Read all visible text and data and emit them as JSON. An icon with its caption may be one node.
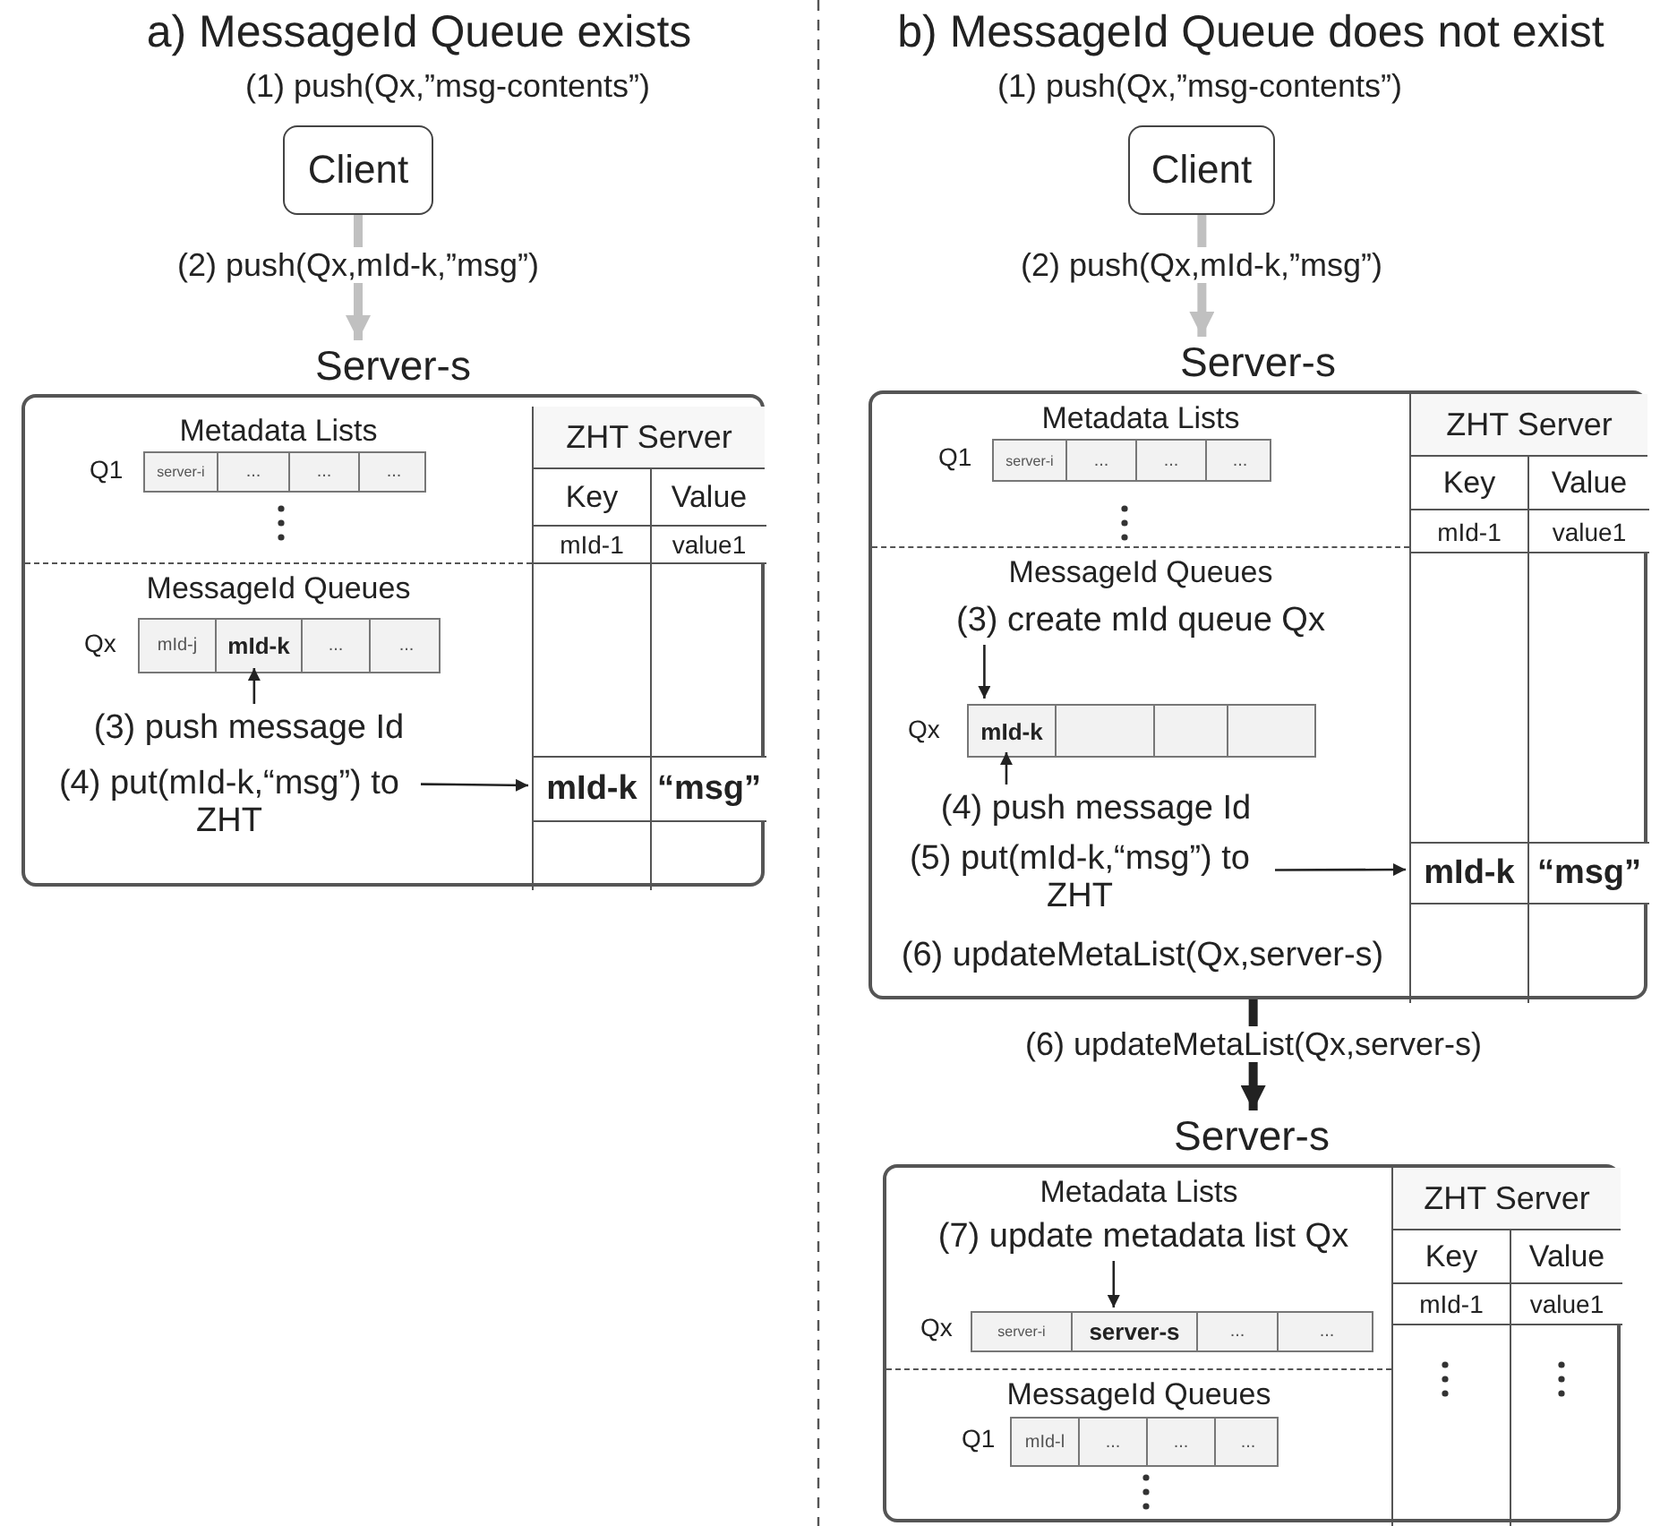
{
  "diagram": {
    "nodes": [
      {
        "text": [
          "Client"
        ],
        "beside": [
          "(1) push(Qx,”msg-contents”)"
        ]
      },
      {
        "text": [
          "Server-s"
        ]
      },
      {
        "text": [
          "Metadata Lists"
        ],
        "in": 1
      },
      {
        "text": [
          "server-i",
          "...",
          "...",
          "..."
        ],
        "in": 2,
        "beside": [
          "Q1"
        ]
      },
      {
        "text": [
          "MessageId Queues"
        ],
        "in": 1
      },
      {
        "text": [
          "mId-j",
          "mId-k",
          "...",
          "..."
        ],
        "in": 4,
        "beside": [
          "Qx"
        ]
      },
      {
        "text": [
          "(3) push message Id"
        ],
        "in": 4
      },
      {
        "text": [
          "(4) put(mId-k,“msg”) to ZHT"
        ],
        "in": 4
      },
      {
        "text": [
          "ZHT Server"
        ],
        "in": 1
      },
      {
        "text": [
          "Key",
          "Value"
        ],
        "in": 8
      },
      {
        "text": [
          "mId-1",
          "value1"
        ],
        "in": 8
      },
      {
        "text": [
          "mId-k",
          "“msg”"
        ],
        "in": 8
      },
      {
        "text": [
          "Client"
        ],
        "beside": [
          "(1) push(Qx,”msg-contents”)"
        ]
      },
      {
        "text": [
          "Server-s"
        ]
      },
      {
        "text": [
          "Metadata Lists"
        ],
        "in": 13
      },
      {
        "text": [
          "server-i",
          "...",
          "...",
          "..."
        ],
        "in": 14,
        "beside": [
          "Q1"
        ]
      },
      {
        "text": [
          "MessageId Queues"
        ],
        "in": 13
      },
      {
        "text": [
          "(3) create mId queue Qx"
        ],
        "in": 16
      },
      {
        "text": [
          "mId-k"
        ],
        "in": 16,
        "beside": [
          "Qx"
        ]
      },
      {
        "text": [
          "(4) push message Id"
        ],
        "in": 16
      },
      {
        "text": [
          "(5) put(mId-k,“msg”) to ZHT"
        ],
        "in": 16
      },
      {
        "text": [
          "(6) updateMetaList(Qx,server-s)"
        ],
        "in": 16
      },
      {
        "text": [
          "ZHT Server"
        ],
        "in": 13
      },
      {
        "text": [
          "Key",
          "Value"
        ],
        "in": 22
      },
      {
        "text": [
          "mId-1",
          "value1"
        ],
        "in": 22
      },
      {
        "text": [
          "mId-k",
          "“msg”"
        ],
        "in": 22
      },
      {
        "text": [
          "Server-s"
        ]
      },
      {
        "text": [
          "Metadata Lists"
        ],
        "in": 26
      },
      {
        "text": [
          "(7) update metadata list Qx"
        ],
        "in": 27
      },
      {
        "text": [
          "server-i",
          "server-s",
          "...",
          "..."
        ],
        "in": 27,
        "beside": [
          "Qx"
        ]
      },
      {
        "text": [
          "MessageId Queues"
        ],
        "in": 26
      },
      {
        "text": [
          "mId-l",
          "...",
          "...",
          "..."
        ],
        "in": 30,
        "beside": [
          "Q1"
        ]
      },
      {
        "text": [
          "ZHT Server"
        ],
        "in": 26
      },
      {
        "text": [
          "Key",
          "Value"
        ],
        "in": 32
      },
      {
        "text": [
          "mId-1",
          "value1"
        ],
        "in": 32
      }
    ],
    "edges": [
      {
        "from": 0,
        "to": 1,
        "arrow": "to",
        "label": "(2) push(Qx,mId-k,”msg”)",
        "style": "thick",
        "color": "#c0c0c0"
      },
      {
        "from": 6,
        "to": 5,
        "arrow": "to"
      },
      {
        "from": 7,
        "to": 11,
        "arrow": "to"
      },
      {
        "from": 12,
        "to": 13,
        "arrow": "to",
        "label": "(2) push(Qx,mId-k,”msg”)",
        "style": "thick",
        "color": "#c0c0c0"
      },
      {
        "from": 17,
        "to": 18,
        "arrow": "to"
      },
      {
        "from": 19,
        "to": 18,
        "arrow": "to"
      },
      {
        "from": 20,
        "to": 25,
        "arrow": "to"
      },
      {
        "from": 13,
        "to": 26,
        "arrow": "to",
        "label": "(6) updateMetaList(Qx,server-s)",
        "style": "thick"
      },
      {
        "from": 28,
        "to": 29,
        "arrow": "to"
      }
    ],
    "labels": [
      "a) MessageId Queue exists",
      "b) MessageId Queue does not exist"
    ]
  }
}
